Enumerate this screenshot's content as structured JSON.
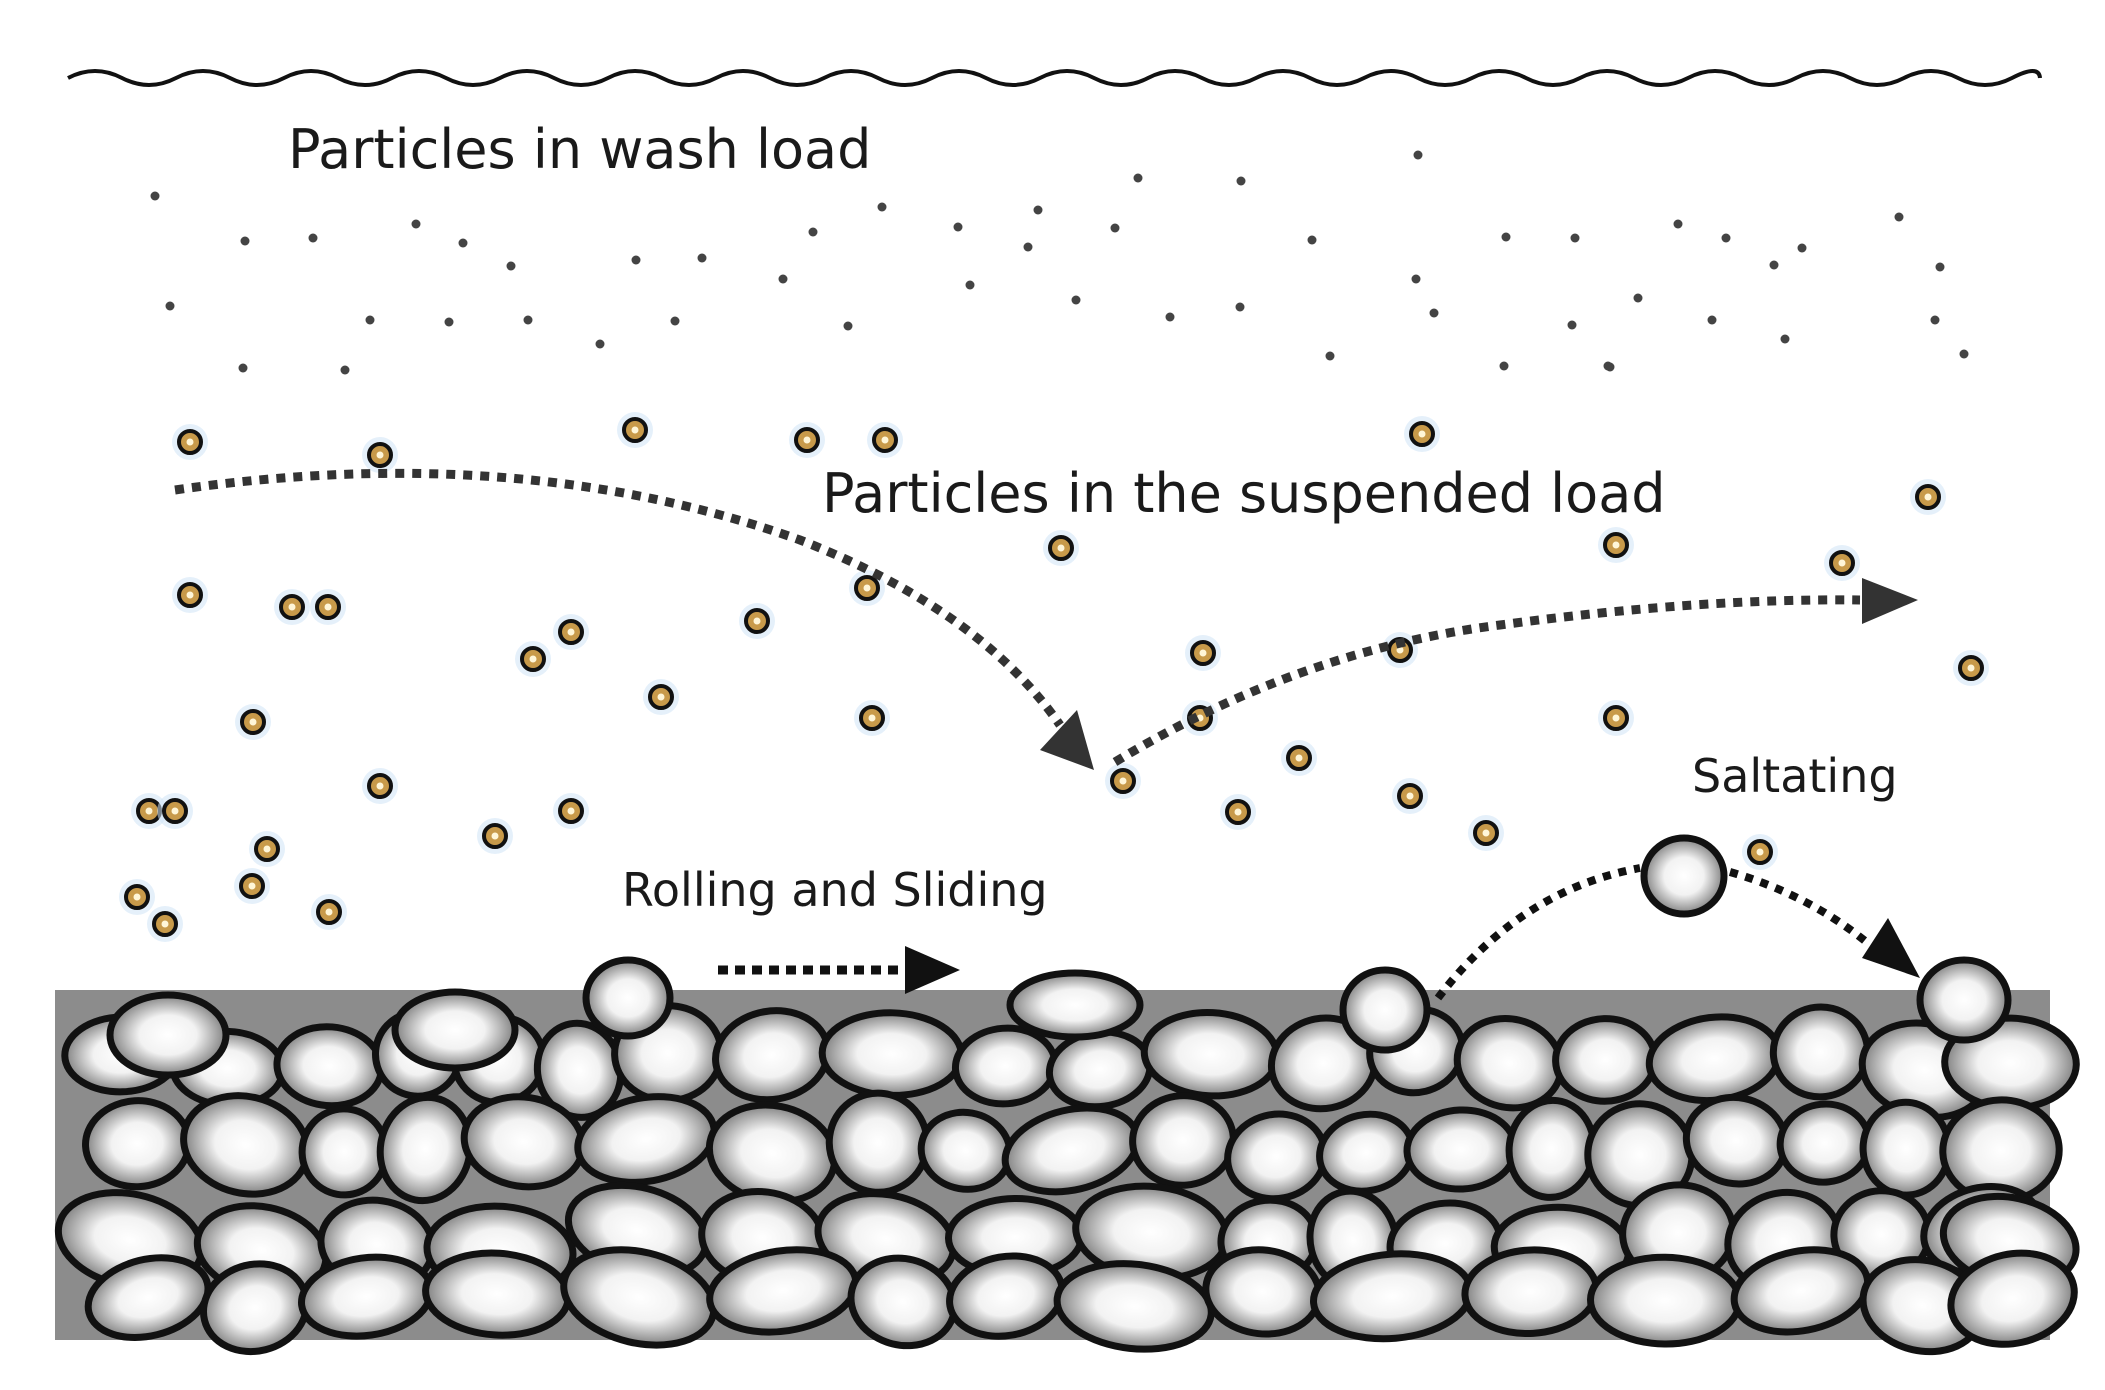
{
  "labels": {
    "wash_load": "Particles in wash load",
    "suspended_load": "Particles in the suspended load",
    "rolling_sliding": "Rolling and Sliding",
    "saltating": "Saltating"
  },
  "colors": {
    "background": "#ffffff",
    "bed_fill": "#8c8c8c",
    "pebble_center": "#ffffff",
    "pebble_edge": "#6a6a6a",
    "pebble_outline": "#111111",
    "suspended_particle_fill": "#c89a4a",
    "suspended_particle_ring": "#111111",
    "suspended_particle_halo": "#cfe3f5",
    "wash_dot": "#444444",
    "arrow": "#333333",
    "water_surface": "#111111"
  }
}
